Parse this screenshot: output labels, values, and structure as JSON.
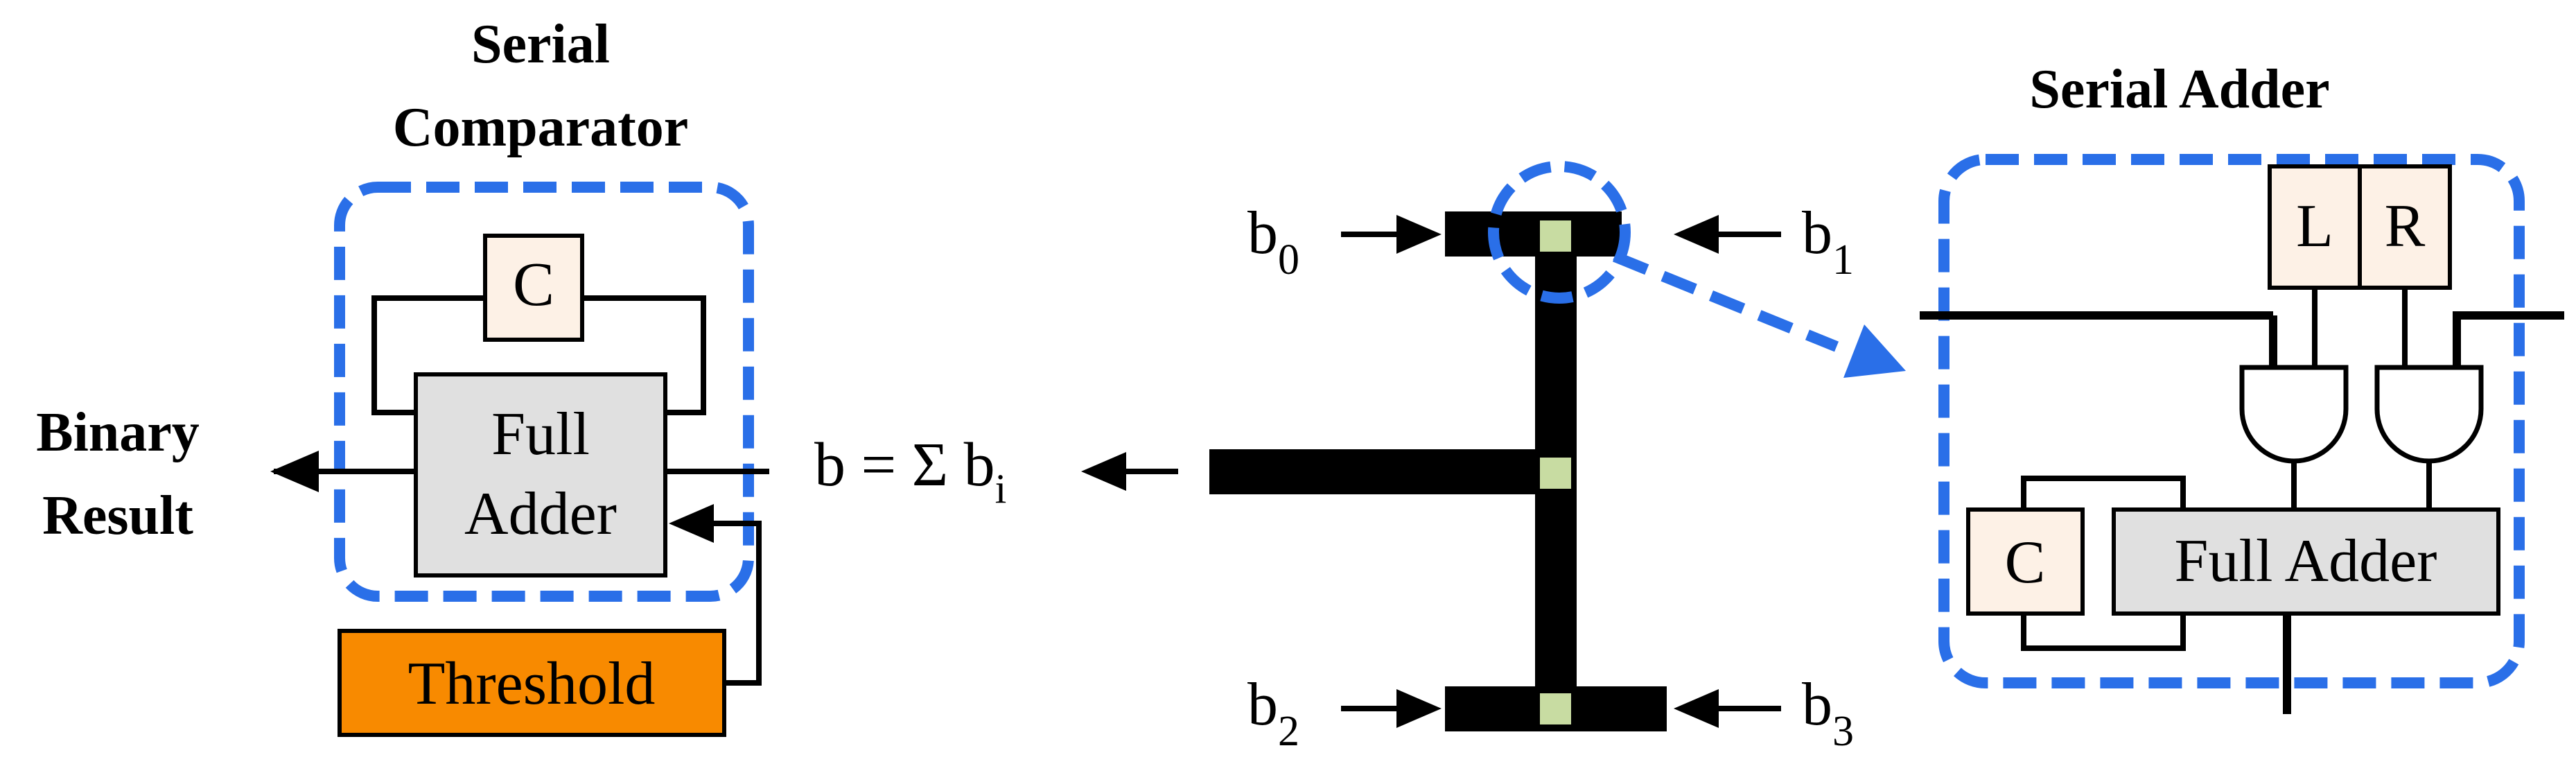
{
  "comparator": {
    "title_line1": "Serial",
    "title_line2": "Comparator",
    "c_label": "C",
    "adder_line1": "Full",
    "adder_line2": "Adder",
    "threshold_label": "Threshold",
    "output_line1": "Binary",
    "output_line2": "Result"
  },
  "tree": {
    "sum_label": "b = Σ b",
    "sum_subscript": "i",
    "inputs": [
      {
        "base": "b",
        "sub": "0"
      },
      {
        "base": "b",
        "sub": "1"
      },
      {
        "base": "b",
        "sub": "2"
      },
      {
        "base": "b",
        "sub": "3"
      }
    ]
  },
  "adder": {
    "title": "Serial Adder",
    "l_label": "L",
    "r_label": "R",
    "c_label": "C",
    "full_adder_label": "Full Adder"
  },
  "colors": {
    "dashed_border": "#2a6fe8",
    "register_fill": "#fdf1e6",
    "adder_fill": "#e0e0e0",
    "threshold_fill": "#f88a00",
    "node_fill": "#c8dca2",
    "wire": "#000000"
  }
}
